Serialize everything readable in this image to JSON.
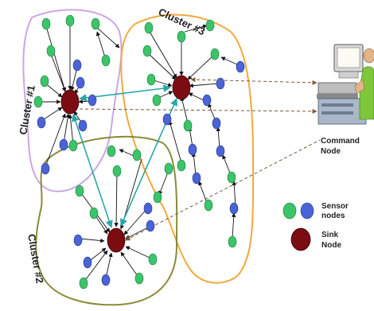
{
  "clusters": [
    {
      "label": "Cluster #1",
      "color": "#c9a7e6"
    },
    {
      "label": "Cluster #2",
      "color": "#8a8a3a"
    },
    {
      "label": "Cluster #3",
      "color": "#f2a93b"
    }
  ],
  "legend": {
    "sensor_label_line1": "Sensor",
    "sensor_label_line2": "nodes",
    "sink_label_line1": "Sink",
    "sink_label_line2": "Node"
  },
  "command": {
    "label_line1": "Command",
    "label_line2": "Node"
  },
  "colors": {
    "sensor_green": "#3cc46a",
    "sensor_blue": "#4a63d6",
    "sink": "#7a0c12",
    "inter_cluster_link": "#2aa6a6"
  },
  "icons": [
    "computer-terminal-icon",
    "operator-person-icon"
  ]
}
